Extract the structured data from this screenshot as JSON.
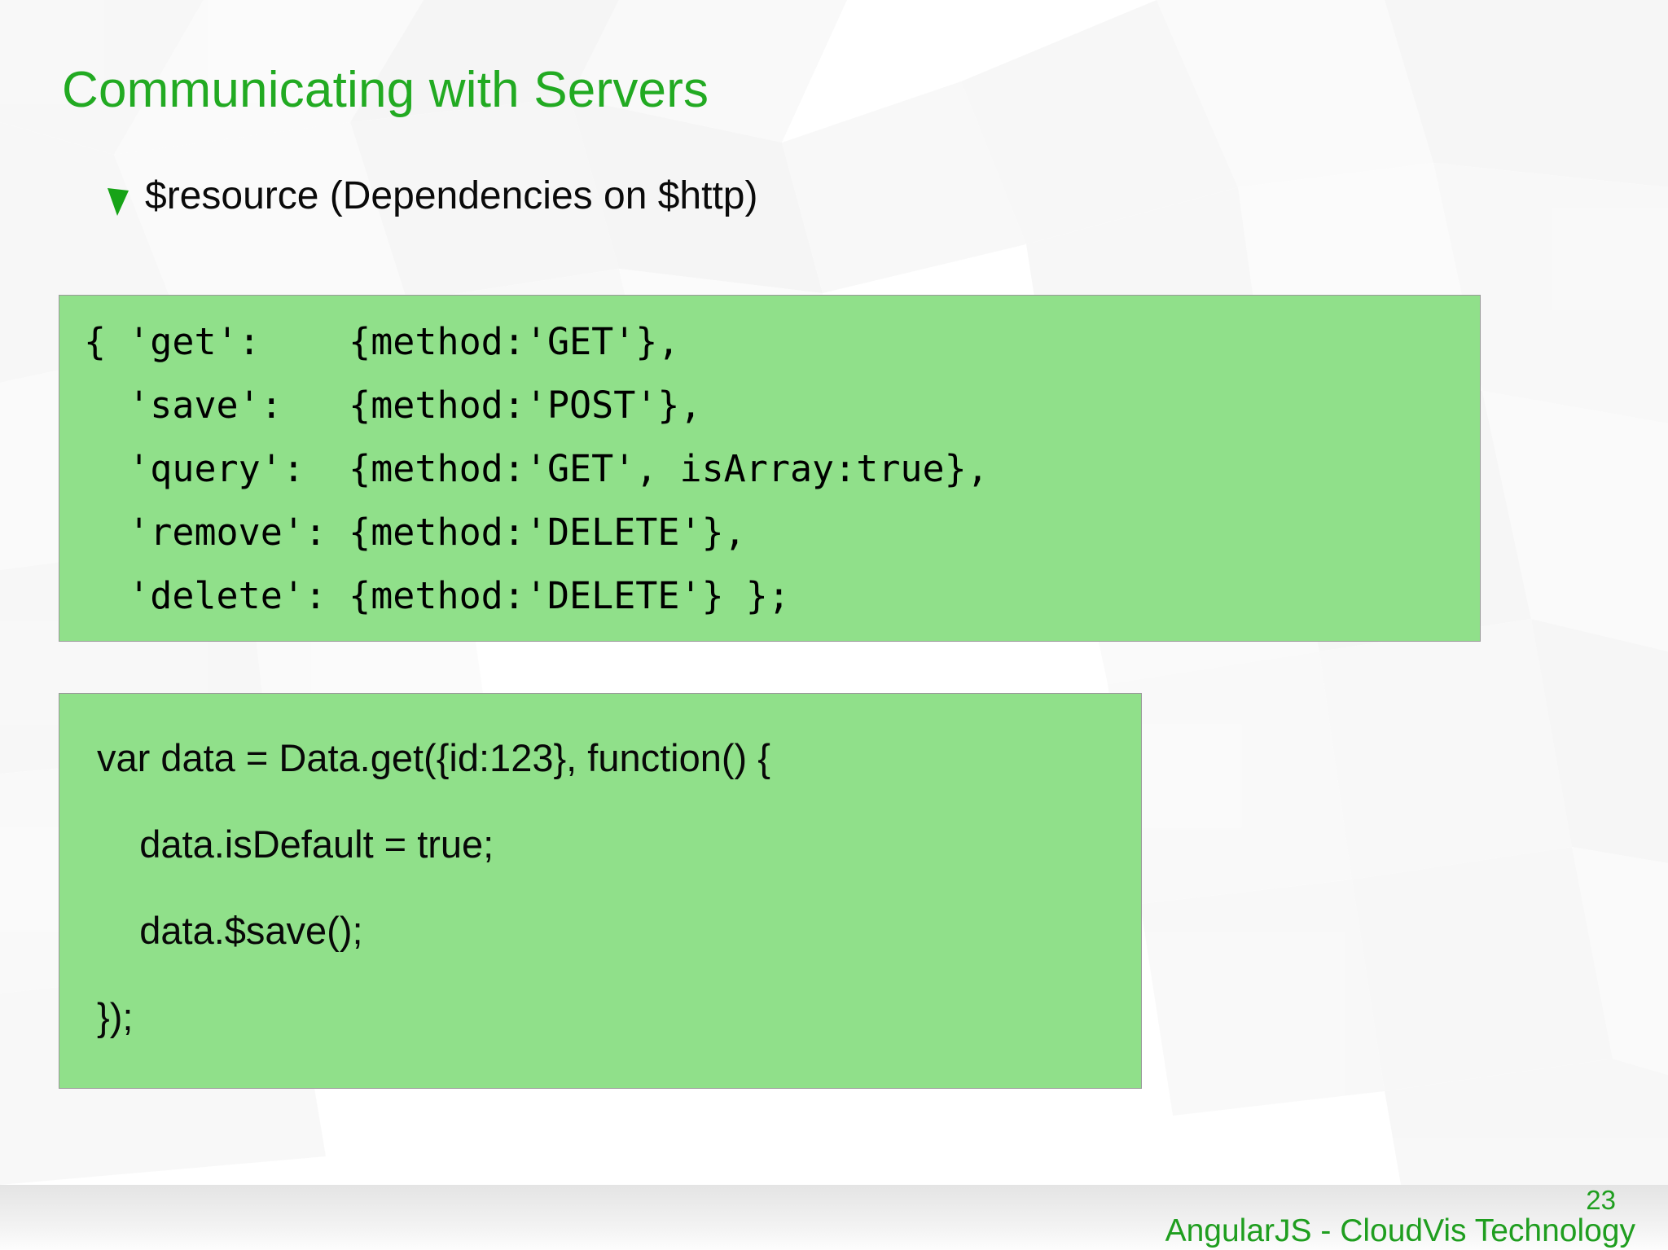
{
  "slide": {
    "title": "Communicating with Servers",
    "bullets": [
      {
        "marker_icon": "green-triangle-bullet-icon",
        "text": "$resource (Dependencies on $http)"
      }
    ],
    "code_blocks": [
      {
        "id": "resource-actions-code",
        "style": "monospace",
        "background_color": "#90e08a",
        "lines": [
          "{ 'get':    {method:'GET'},",
          "  'save':   {method:'POST'},",
          "  'query':  {method:'GET', isArray:true},",
          "  'remove': {method:'DELETE'},",
          "  'delete': {method:'DELETE'} };"
        ]
      },
      {
        "id": "resource-usage-code",
        "style": "sans",
        "background_color": "#90e08a",
        "lines": [
          "var data = Data.get({id:123}, function() {",
          "    data.isDefault = true;",
          "    data.$save();",
          "});"
        ]
      }
    ]
  },
  "footer": {
    "page_number": "23",
    "credit": "AngularJS - CloudVis Technology"
  },
  "colors": {
    "title_green": "#22aa22",
    "footer_green": "#1f9e1f",
    "code_green": "#90e08a",
    "code_border": "#9a9a9a",
    "body_text": "#0a0a0a"
  }
}
